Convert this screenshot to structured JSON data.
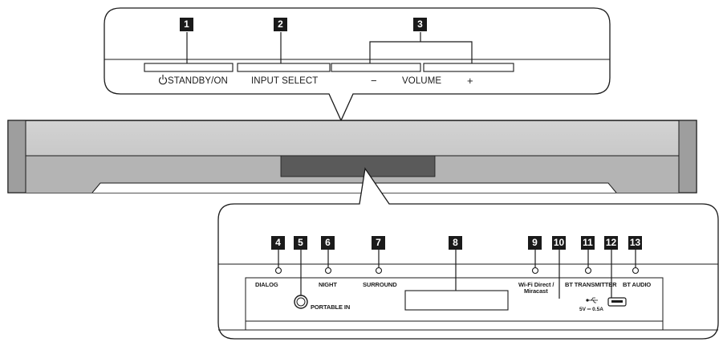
{
  "top_panel": {
    "labels": {
      "standby": "STANDBY/ON",
      "input_select": "INPUT SELECT",
      "volume_minus": "−",
      "volume": "VOLUME",
      "volume_plus": "+"
    }
  },
  "front_panel": {
    "indicators": {
      "dialog": "DIALOG",
      "night": "NIGHT",
      "surround": "SURROUND",
      "wifi_direct": "Wi-Fi Direct /",
      "miracast": "Miracast",
      "bt_transmitter": "BT TRANSMITTER",
      "bt_audio": "BT AUDIO"
    },
    "portable_in": "PORTABLE IN",
    "usb_rating": "5V ═ 0.5A",
    "icons": [
      "power-icon",
      "usb-icon",
      "headphone-jack-icon"
    ]
  },
  "callouts": [
    "1",
    "2",
    "3",
    "4",
    "5",
    "6",
    "7",
    "8",
    "9",
    "10",
    "11",
    "12",
    "13"
  ],
  "colors": {
    "badge": "#1a1a1a",
    "line": "#1a1a1a",
    "body_gray": "#c9c9c9"
  }
}
